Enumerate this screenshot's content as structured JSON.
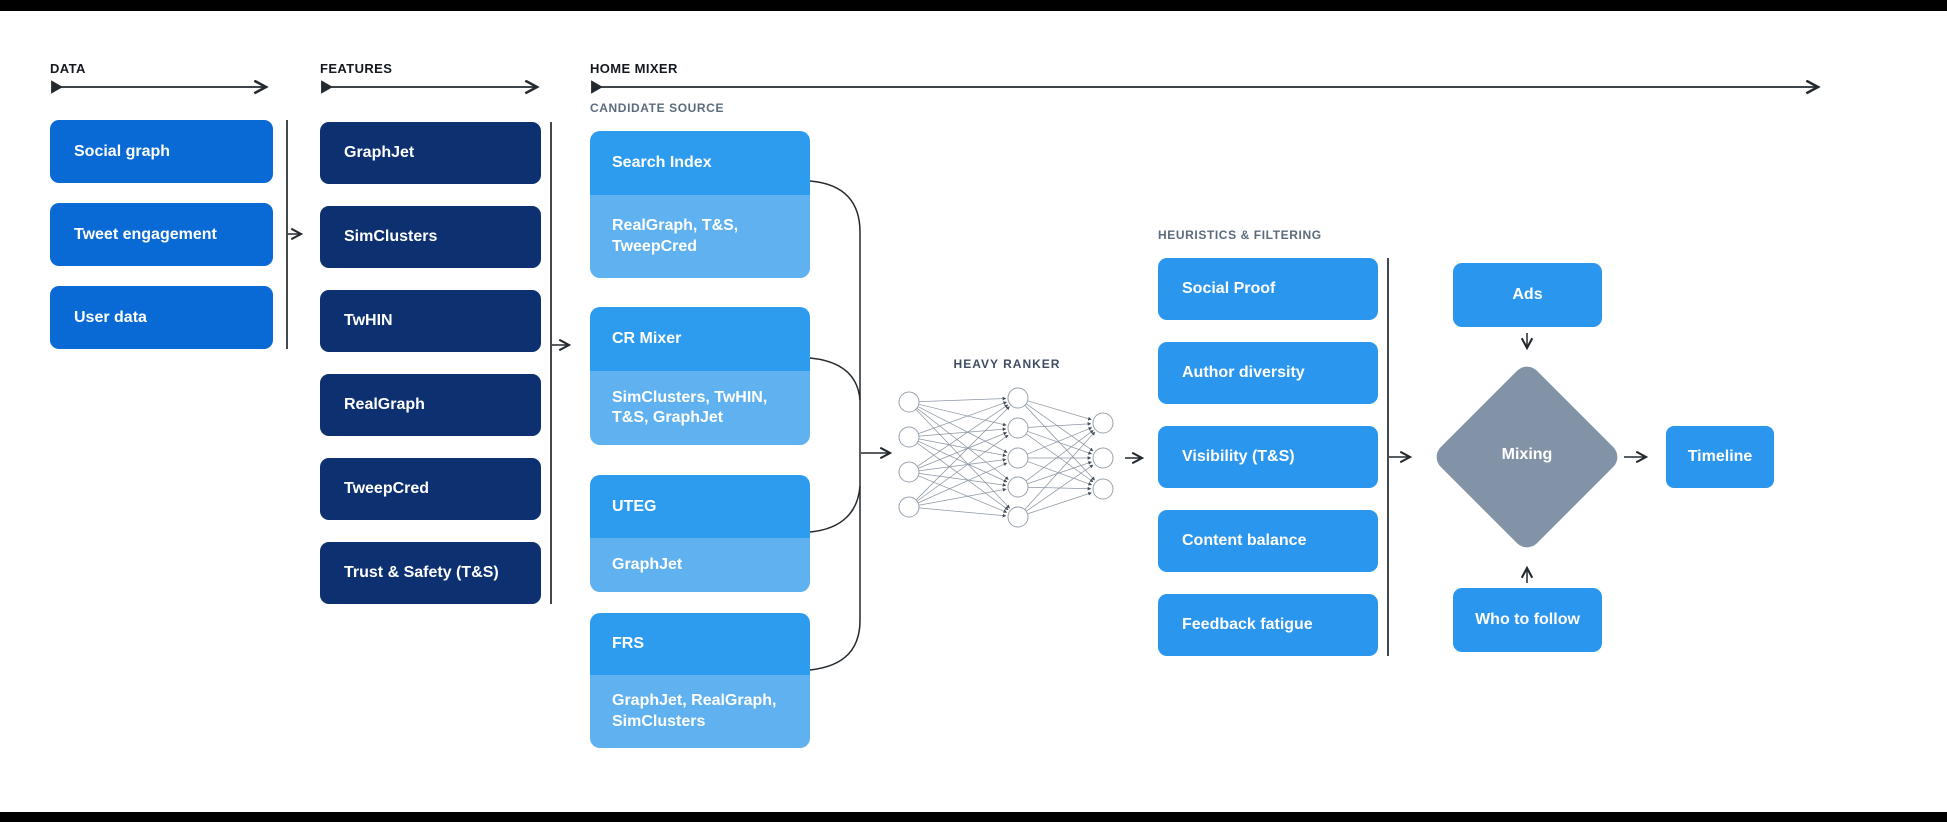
{
  "colors": {
    "data_box": "#0a6ad5",
    "feature_box": "#0d3070",
    "candidate_header": "#2e9cee",
    "candidate_sub": "#60b1f0",
    "heuristic_box": "#2b96ee",
    "right_box": "#2b96ee",
    "mixing_diamond": "#8393a7",
    "line": "#23292e",
    "box_text": "#ffffff",
    "top_bottom_bars": "#000000"
  },
  "sections": {
    "data": {
      "title": "DATA",
      "items": [
        "Social graph",
        "Tweet engagement",
        "User data"
      ]
    },
    "features": {
      "title": "FEATURES",
      "items": [
        "GraphJet",
        "SimClusters",
        "TwHIN",
        "RealGraph",
        "TweepCred",
        "Trust & Safety (T&S)"
      ]
    },
    "home_mixer": {
      "title": "HOME MIXER",
      "candidate_source": {
        "label": "CANDIDATE SOURCE",
        "items": [
          {
            "name": "Search Index",
            "sources": "RealGraph, T&S, TweepCred"
          },
          {
            "name": "CR Mixer",
            "sources": "SimClusters, TwHIN, T&S, GraphJet"
          },
          {
            "name": "UTEG",
            "sources": "GraphJet"
          },
          {
            "name": "FRS",
            "sources": "GraphJet, RealGraph, SimClusters"
          }
        ]
      },
      "heavy_ranker": {
        "label": "HEAVY RANKER",
        "layers": [
          4,
          5,
          3
        ]
      },
      "heuristics": {
        "label": "HEURISTICS & FILTERING",
        "items": [
          "Social Proof",
          "Author diversity",
          "Visibility (T&S)",
          "Content balance",
          "Feedback fatigue"
        ]
      },
      "mixing": {
        "ads": "Ads",
        "diamond": "Mixing",
        "who_to_follow": "Who to follow",
        "timeline": "Timeline"
      }
    }
  }
}
